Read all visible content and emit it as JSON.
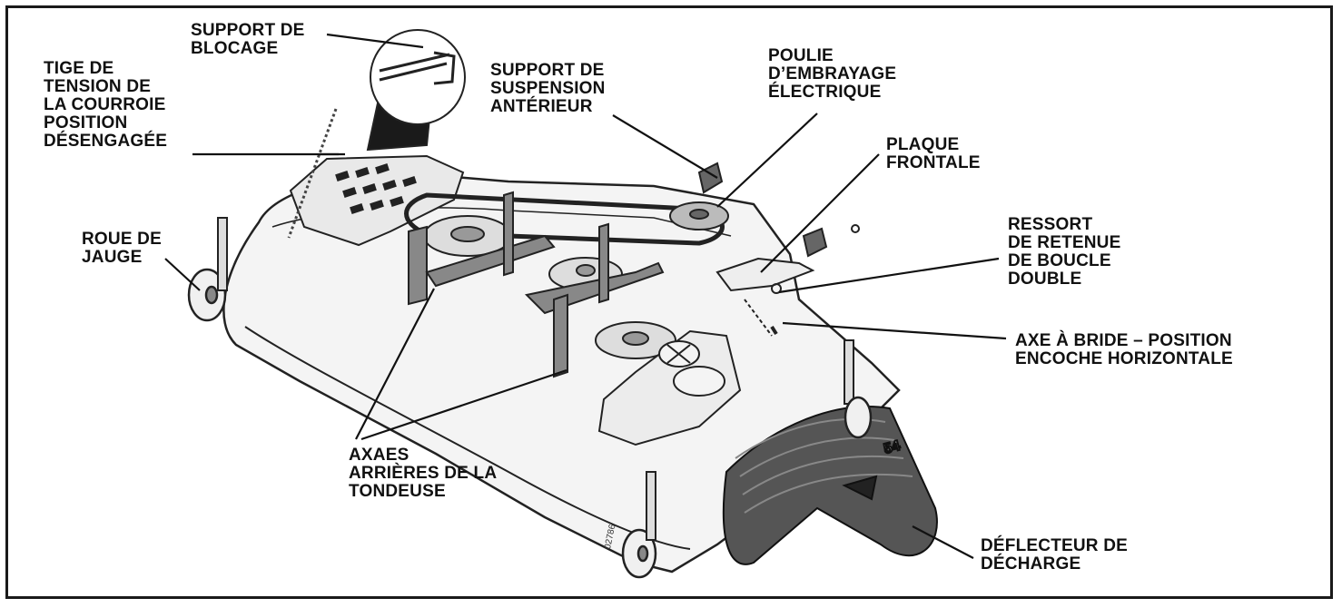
{
  "labels": {
    "support_blocage": [
      "SUPPORT DE",
      "BLOCAGE"
    ],
    "tige_tension": [
      "TIGE DE",
      "TENSION DE",
      "LA COURROIE",
      "POSITION",
      "DÉSENGAGÉE"
    ],
    "support_suspension": [
      "SUPPORT DE",
      "SUSPENSION",
      "ANTÉRIEUR"
    ],
    "poulie_embrayage": [
      "POULIE",
      "D’EMBRAYAGE",
      "ÉLECTRIQUE"
    ],
    "plaque_frontale": [
      "PLAQUE",
      "FRONTALE"
    ],
    "ressort_retenue": [
      "RESSORT",
      "DE RETENUE",
      "DE BOUCLE",
      "DOUBLE"
    ],
    "roue_jauge": [
      "ROUE DE",
      "JAUGE"
    ],
    "axe_bride": [
      "AXE À BRIDE – POSITION",
      "ENCOCHE HORIZONTALE"
    ],
    "axes_arrieres": [
      "AXAES",
      "ARRIÈRES DE LA",
      "TONDEUSE"
    ],
    "deflecteur": [
      "DÉFLECTEUR DE",
      "DÉCHARGE"
    ]
  },
  "part_number": "02786",
  "deck_badge": "54"
}
